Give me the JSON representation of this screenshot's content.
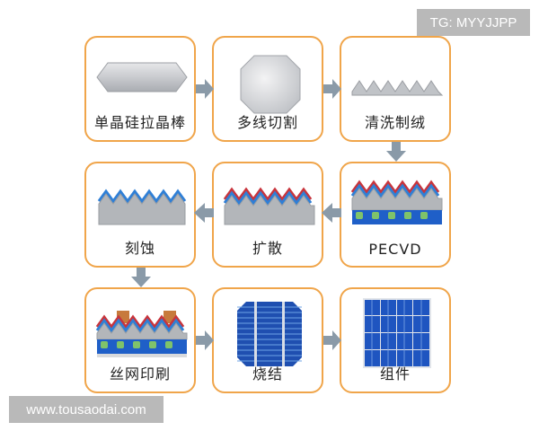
{
  "watermarks": {
    "top_right": "TG: MYYJJPP",
    "bottom_left": "www.tousaodai.com"
  },
  "steps": [
    {
      "label": "单晶硅拉晶棒",
      "icon": "silicon-ingot-icon"
    },
    {
      "label": "多线切割",
      "icon": "wafer-square-icon"
    },
    {
      "label": "清洗制绒",
      "icon": "texture-sawtooth-icon"
    },
    {
      "label": "PECVD",
      "icon": "pecvd-layer-icon"
    },
    {
      "label": "扩散",
      "icon": "diffusion-layer-icon"
    },
    {
      "label": "刻蚀",
      "icon": "etched-layer-icon"
    },
    {
      "label": "丝网印刷",
      "icon": "screen-print-icon"
    },
    {
      "label": "烧结",
      "icon": "sintered-cell-icon"
    },
    {
      "label": "组件",
      "icon": "solar-module-icon"
    }
  ],
  "colors": {
    "card_border": "#f0a54a",
    "arrow": "#8a9aa8",
    "silicon": "#b9bcc0",
    "coating_red": "#c8343c",
    "coating_blue": "#2f7fd6",
    "cell_blue": "#1f4fb0"
  }
}
